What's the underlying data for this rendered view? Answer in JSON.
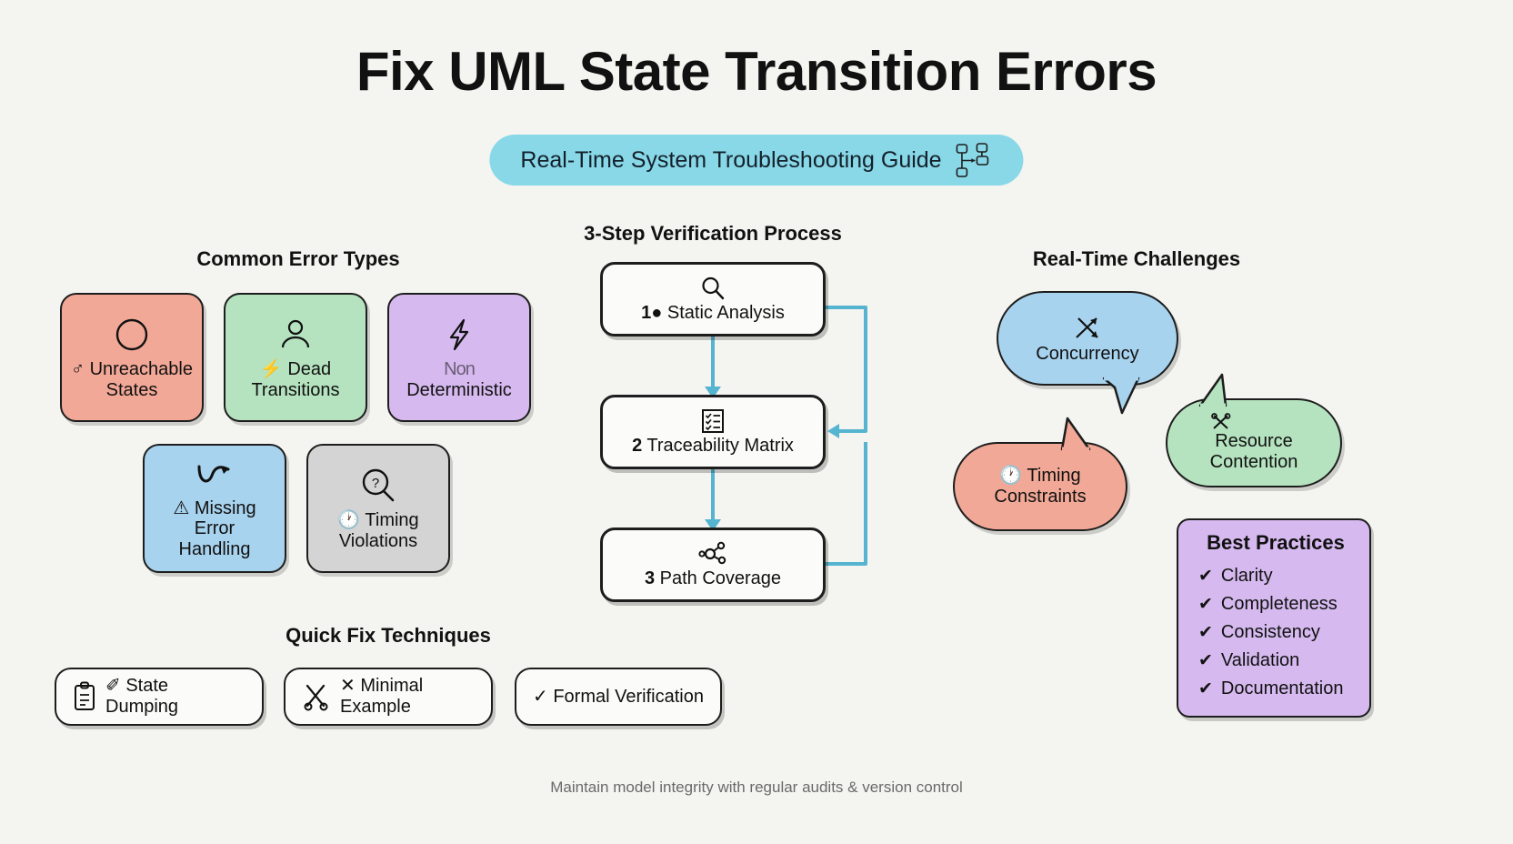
{
  "header": {
    "title": "Fix UML State Transition Errors",
    "subtitle": "Real-Time System Troubleshooting Guide",
    "subtitle_icon": "uml-state-diagram-icon",
    "subtitle_pill_color": "#88d8e8"
  },
  "sections": {
    "errors_heading": "Common Error Types",
    "verification_heading": "3-Step Verification Process",
    "challenges_heading": "Real-Time Challenges",
    "quickfix_heading": "Quick Fix Techniques"
  },
  "error_cards": [
    {
      "label_pre": "Unreachable",
      "label_post": "States",
      "inline_icon": "mars-stroke-icon",
      "icon": "circle-icon",
      "color": "#f2a896"
    },
    {
      "label_pre": "Dead",
      "label_post": "Transitions",
      "inline_icon": "bolt-icon",
      "icon": "user-icon",
      "color": "#b5e3bf"
    },
    {
      "label_pre": "Non",
      "label_post": "Deterministic",
      "inline_icon": "",
      "icon": "zap-icon",
      "color": "#d6baef"
    },
    {
      "label_pre": "Missing Error",
      "label_post": "Handling",
      "inline_icon": "warning-triangle-icon",
      "icon": "transition-arrow-icon",
      "color": "#a8d3ee"
    },
    {
      "label_pre": "Timing",
      "label_post": "Violations",
      "inline_icon": "clock-icon",
      "icon": "search-question-icon",
      "color": "#d4d4d4"
    }
  ],
  "verification_steps": [
    {
      "number": "1",
      "bullet": "●",
      "label": "Static Analysis",
      "icon": "magnifier-icon"
    },
    {
      "number": "2",
      "bullet": "",
      "label": "Traceability Matrix",
      "icon": "checklist-icon"
    },
    {
      "number": "3",
      "bullet": "",
      "label": "Path Coverage",
      "icon": "share-nodes-icon"
    }
  ],
  "flow_arrow_color": "#55b4cf",
  "challenges": [
    {
      "label_pre": "Concurrency",
      "label_post": "",
      "inline_icon": "shuffle-arrows-icon",
      "color": "#a8d3ee",
      "tail": "bottom-right"
    },
    {
      "label_pre": "Timing",
      "label_post": "Constraints",
      "inline_icon": "clock-icon",
      "color": "#f2a896",
      "tail": "top-right"
    },
    {
      "label_pre": "Resource",
      "label_post": "Contention",
      "inline_icon": "scissors-x-icon",
      "color": "#b5e3bf",
      "tail": "top-left"
    }
  ],
  "best_practices": {
    "title": "Best Practices",
    "check": "✔",
    "items": [
      "Clarity",
      "Completeness",
      "Consistency",
      "Validation",
      "Documentation"
    ],
    "color": "#d6baef"
  },
  "quick_fixes": [
    {
      "icon": "clipboard-icon",
      "inline_icon": "✐",
      "label_pre": "State",
      "label_post": "Dumping"
    },
    {
      "icon": "scissors-icon",
      "inline_icon": "✕",
      "label_pre": "Minimal",
      "label_post": "Example"
    },
    {
      "icon": "",
      "inline_icon": "✓",
      "label_pre": "Formal Verification",
      "label_post": ""
    }
  ],
  "footer": "Maintain model integrity with regular audits & version control"
}
